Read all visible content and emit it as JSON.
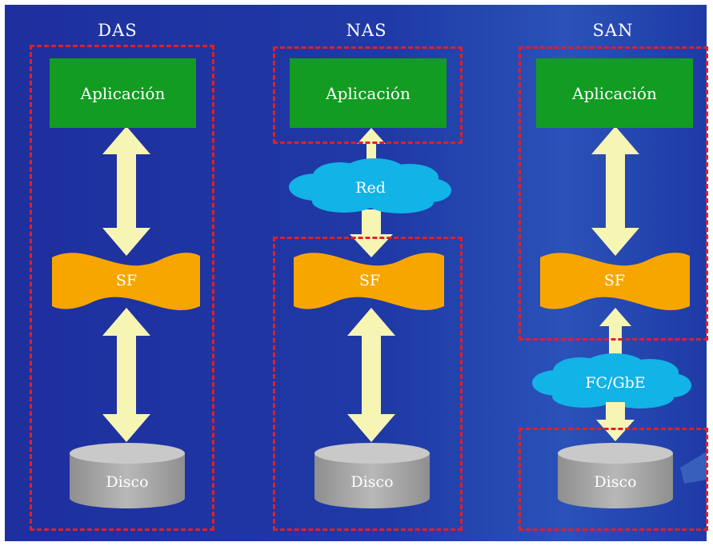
{
  "columns": {
    "das": {
      "title": "DAS",
      "app": "Aplicación",
      "fs": "SF",
      "disk": "Disco"
    },
    "nas": {
      "title": "NAS",
      "app": "Aplicación",
      "network": "Red",
      "fs": "SF",
      "disk": "Disco"
    },
    "san": {
      "title": "SAN",
      "app": "Aplicación",
      "network": "FC/GbE",
      "fs": "SF",
      "disk": "Disco"
    }
  },
  "colors": {
    "background": "#1f3aa6",
    "application": "#129c22",
    "filesystem": "#f7a600",
    "cloud": "#12b3e6",
    "disk": "#a6a6a6",
    "arrow": "#f7f5b4",
    "dashed_border": "#e0202a"
  }
}
